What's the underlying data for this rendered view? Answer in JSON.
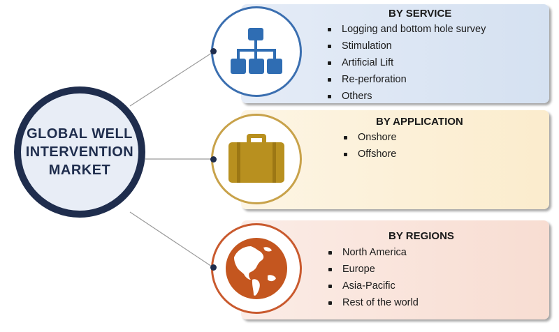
{
  "main": {
    "title": "GLOBAL WELL\nINTERVENTION\nMARKET"
  },
  "segments": [
    {
      "title": "BY SERVICE",
      "icon": "hierarchy-icon",
      "items": [
        "Logging and bottom hole survey",
        "Stimulation",
        "Artificial Lift",
        "Re-perforation",
        "Others"
      ]
    },
    {
      "title": "BY APPLICATION",
      "icon": "briefcase-icon",
      "items": [
        "Onshore",
        "Offshore"
      ]
    },
    {
      "title": "BY REGIONS",
      "icon": "globe-icon",
      "items": [
        "North America",
        "Europe",
        "Asia-Pacific",
        "Rest of the world"
      ]
    }
  ],
  "colors": {
    "navy": "#1f2d4d",
    "service_accent": "#3b6fb0",
    "application_accent": "#c8a24a",
    "regions_accent": "#c95a2e"
  }
}
